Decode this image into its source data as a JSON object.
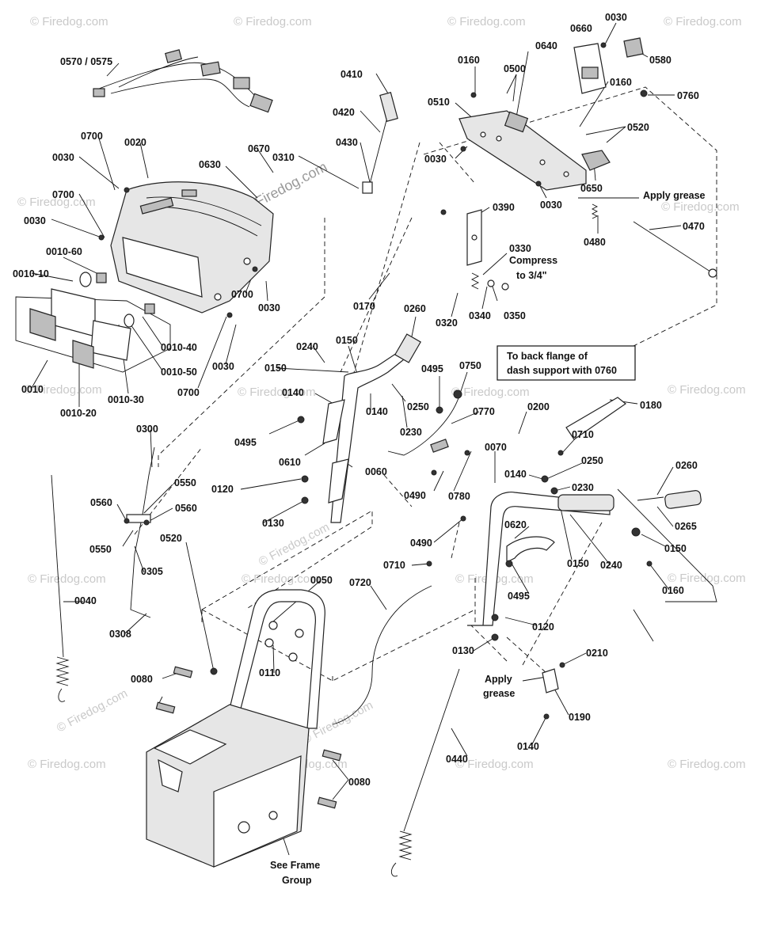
{
  "watermark": "© Firedog.com",
  "labels": [
    {
      "id": "0570-0575",
      "text": "0570 / 0575"
    },
    {
      "id": "0410",
      "text": "0410"
    },
    {
      "id": "0420",
      "text": "0420"
    },
    {
      "id": "0430",
      "text": "0430"
    },
    {
      "id": "0160-a",
      "text": "0160"
    },
    {
      "id": "0500",
      "text": "0500"
    },
    {
      "id": "0640",
      "text": "0640"
    },
    {
      "id": "0660",
      "text": "0660"
    },
    {
      "id": "0030-a",
      "text": "0030"
    },
    {
      "id": "0580",
      "text": "0580"
    },
    {
      "id": "0160-b",
      "text": "0160"
    },
    {
      "id": "0760",
      "text": "0760"
    },
    {
      "id": "0510",
      "text": "0510"
    },
    {
      "id": "0520-a",
      "text": "0520"
    },
    {
      "id": "0030-b",
      "text": "0030"
    },
    {
      "id": "0650",
      "text": "0650"
    },
    {
      "id": "0030-c",
      "text": "0030"
    },
    {
      "id": "0390",
      "text": "0390"
    },
    {
      "id": "0480",
      "text": "0480"
    },
    {
      "id": "0470",
      "text": "0470"
    },
    {
      "id": "0330",
      "text": "0330"
    },
    {
      "id": "0320",
      "text": "0320"
    },
    {
      "id": "0340",
      "text": "0340"
    },
    {
      "id": "0350",
      "text": "0350"
    },
    {
      "id": "0700-a",
      "text": "0700"
    },
    {
      "id": "0020",
      "text": "0020"
    },
    {
      "id": "0030-d",
      "text": "0030"
    },
    {
      "id": "0670",
      "text": "0670"
    },
    {
      "id": "0630",
      "text": "0630"
    },
    {
      "id": "0310",
      "text": "0310"
    },
    {
      "id": "0700-b",
      "text": "0700"
    },
    {
      "id": "0030-e",
      "text": "0030"
    },
    {
      "id": "0010-60",
      "text": "0010-60"
    },
    {
      "id": "0010-10",
      "text": "0010-10"
    },
    {
      "id": "0700-c",
      "text": "0700"
    },
    {
      "id": "0030-f",
      "text": "0030"
    },
    {
      "id": "0170",
      "text": "0170"
    },
    {
      "id": "0260-a",
      "text": "0260"
    },
    {
      "id": "0010-40",
      "text": "0010-40"
    },
    {
      "id": "0010-50",
      "text": "0010-50"
    },
    {
      "id": "0030-g",
      "text": "0030"
    },
    {
      "id": "0700-d",
      "text": "0700"
    },
    {
      "id": "0010",
      "text": "0010"
    },
    {
      "id": "0010-30",
      "text": "0010-30"
    },
    {
      "id": "0010-20",
      "text": "0010-20"
    },
    {
      "id": "0240-a",
      "text": "0240"
    },
    {
      "id": "0150-a",
      "text": "0150"
    },
    {
      "id": "0150-b",
      "text": "0150"
    },
    {
      "id": "0495-a",
      "text": "0495"
    },
    {
      "id": "0750",
      "text": "0750"
    },
    {
      "id": "0140-a",
      "text": "0140"
    },
    {
      "id": "0140-b",
      "text": "0140"
    },
    {
      "id": "0250-a",
      "text": "0250"
    },
    {
      "id": "0230-a",
      "text": "0230"
    },
    {
      "id": "0770",
      "text": "0770"
    },
    {
      "id": "0200",
      "text": "0200"
    },
    {
      "id": "0180",
      "text": "0180"
    },
    {
      "id": "0495-b",
      "text": "0495"
    },
    {
      "id": "0610",
      "text": "0610"
    },
    {
      "id": "0060",
      "text": "0060"
    },
    {
      "id": "0710-a",
      "text": "0710"
    },
    {
      "id": "0070",
      "text": "0070"
    },
    {
      "id": "0250-b",
      "text": "0250"
    },
    {
      "id": "0300",
      "text": "0300"
    },
    {
      "id": "0550-a",
      "text": "0550"
    },
    {
      "id": "0560-a",
      "text": "0560"
    },
    {
      "id": "0560-b",
      "text": "0560"
    },
    {
      "id": "0120-a",
      "text": "0120"
    },
    {
      "id": "0490-a",
      "text": "0490"
    },
    {
      "id": "0780",
      "text": "0780"
    },
    {
      "id": "0140-c",
      "text": "0140"
    },
    {
      "id": "0230-b",
      "text": "0230"
    },
    {
      "id": "0260-b",
      "text": "0260"
    },
    {
      "id": "0265",
      "text": "0265"
    },
    {
      "id": "0130-a",
      "text": "0130"
    },
    {
      "id": "0520-b",
      "text": "0520"
    },
    {
      "id": "0550-b",
      "text": "0550"
    },
    {
      "id": "0305",
      "text": "0305"
    },
    {
      "id": "0620",
      "text": "0620"
    },
    {
      "id": "0490-b",
      "text": "0490"
    },
    {
      "id": "0150-c",
      "text": "0150"
    },
    {
      "id": "0150-d",
      "text": "0150"
    },
    {
      "id": "0240-b",
      "text": "0240"
    },
    {
      "id": "0710-b",
      "text": "0710"
    },
    {
      "id": "0495-c",
      "text": "0495"
    },
    {
      "id": "0160-c",
      "text": "0160"
    },
    {
      "id": "0040",
      "text": "0040"
    },
    {
      "id": "0050",
      "text": "0050"
    },
    {
      "id": "0720",
      "text": "0720"
    },
    {
      "id": "0120-b",
      "text": "0120"
    },
    {
      "id": "0308",
      "text": "0308"
    },
    {
      "id": "0130-b",
      "text": "0130"
    },
    {
      "id": "0210",
      "text": "0210"
    },
    {
      "id": "0110",
      "text": "0110"
    },
    {
      "id": "0080-a",
      "text": "0080"
    },
    {
      "id": "0190",
      "text": "0190"
    },
    {
      "id": "0140-d",
      "text": "0140"
    },
    {
      "id": "0440",
      "text": "0440"
    },
    {
      "id": "0080-b",
      "text": "0080"
    }
  ],
  "notes": {
    "apply_grease_top": "Apply grease",
    "compress_line1": "Compress",
    "compress_line2": "to 3/4\"",
    "back_flange_line1": "To back flange of",
    "back_flange_line2": "dash support with 0760",
    "apply_grease_bottom_line1": "Apply",
    "apply_grease_bottom_line2": "grease",
    "see_frame_line1": "See Frame",
    "see_frame_line2": "Group"
  }
}
